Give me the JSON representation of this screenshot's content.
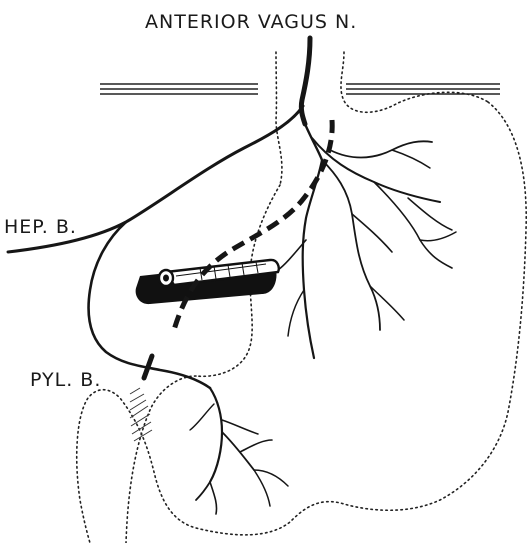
{
  "labels": {
    "anterior_vagus": "ANTERIOR VAGUS N.",
    "hepatic_branch": "HEP. B.",
    "pyloric_branch": "PYL. B."
  },
  "colors": {
    "ink": "#161616",
    "background": "#ffffff"
  }
}
